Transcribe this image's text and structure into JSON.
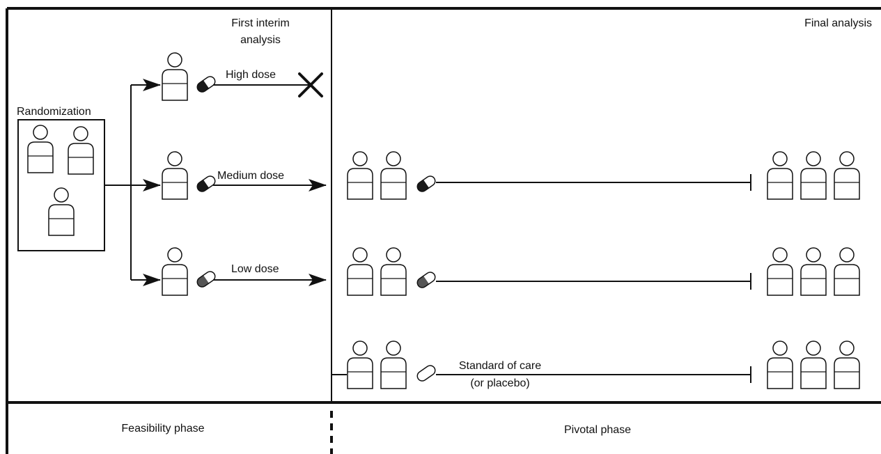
{
  "labels": {
    "first_interim": [
      "First interim",
      "analysis"
    ],
    "final_analysis": "Final analysis",
    "randomization": "Randomization",
    "high_dose": "High dose",
    "medium_dose": "Medium dose",
    "low_dose": "Low dose",
    "standard_of_care": [
      "Standard of care",
      "(or placebo)"
    ],
    "feasibility_phase": "Feasibility phase",
    "pivotal_phase": "Pivotal phase"
  },
  "colors": {
    "line": "#111111",
    "pill_dark": "#1a1a1a",
    "pill_mid": "#555555",
    "pill_light": "#ffffff",
    "person_fill": "#ffffff",
    "background": "#ffffff"
  },
  "arms": [
    {
      "name": "high dose",
      "pill_shade": "dark",
      "stopped_at_interim": true
    },
    {
      "name": "medium dose",
      "pill_shade": "dark",
      "stopped_at_interim": false
    },
    {
      "name": "low dose",
      "pill_shade": "mid",
      "stopped_at_interim": false
    },
    {
      "name": "standard of care",
      "pill_shade": "light",
      "stopped_at_interim": false
    }
  ]
}
